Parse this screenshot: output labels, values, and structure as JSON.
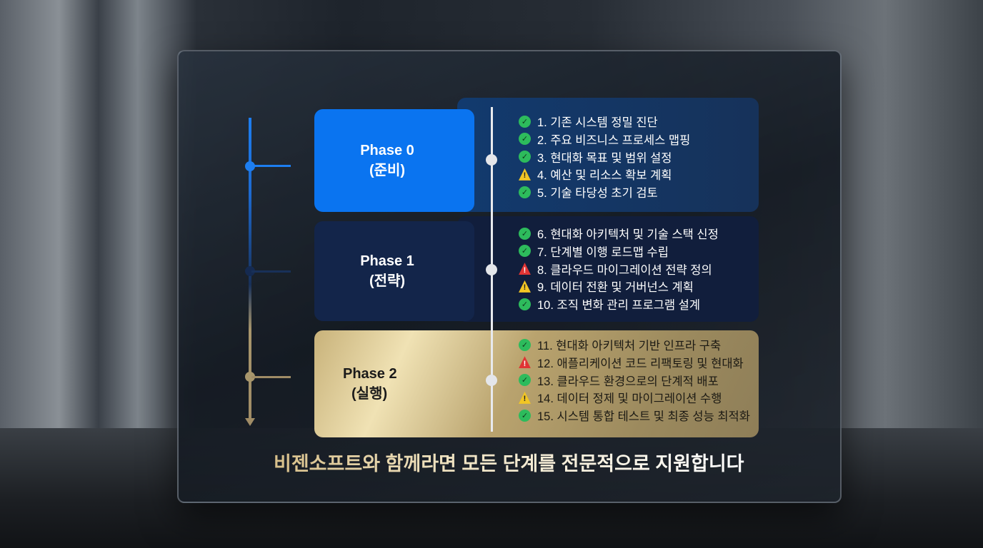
{
  "phases": [
    {
      "name": "Phase 0",
      "sub": "(준비)",
      "color": "#0a74f0",
      "items": [
        {
          "text": "1. 기존 시스템 정밀 진단",
          "status": "ok"
        },
        {
          "text": "2. 주요 비즈니스 프로세스 맵핑",
          "status": "ok"
        },
        {
          "text": "3. 현대화 목표 및 범위 설정",
          "status": "ok"
        },
        {
          "text": "4. 예산 및 리소스 확보 계획",
          "status": "warn"
        },
        {
          "text": "5. 기술 타당성 초기 검토",
          "status": "ok"
        }
      ]
    },
    {
      "name": "Phase 1",
      "sub": "(전략)",
      "color": "#12244a",
      "items": [
        {
          "text": "6. 현대화 아키텍처 및 기술 스택 신정",
          "status": "ok"
        },
        {
          "text": "7. 단계별 이행 로드맵 수립",
          "status": "ok"
        },
        {
          "text": "8. 클라우드 마이그레이션 전략 정의",
          "status": "crit"
        },
        {
          "text": "9. 데이터 전환 및 거버넌스 계획",
          "status": "warn"
        },
        {
          "text": "10. 조직 변화 관리 프로그램 설계",
          "status": "ok"
        }
      ]
    },
    {
      "name": "Phase 2",
      "sub": "(실행)",
      "color": "#c8b27a",
      "items": [
        {
          "text": "11. 현대화 아키텍처 기반 인프라 구축",
          "status": "ok"
        },
        {
          "text": "12. 애플리케이션 코드 리팩토링 및 현대화",
          "status": "crit"
        },
        {
          "text": "13. 클라우드 환경으로의 단계적 배포",
          "status": "ok"
        },
        {
          "text": "14. 데이터 정제 및 마이그레이션 수행",
          "status": "warn"
        },
        {
          "text": "15. 시스템 통합 테스트 및 최종 성능 최적화",
          "status": "ok"
        }
      ]
    }
  ],
  "status_icons": {
    "ok": "check-circle-icon",
    "warn": "warning-triangle-icon",
    "crit": "alert-triangle-icon"
  },
  "footer": "비젠소프트와 함께라면 모든 단계를 전문적으로 지원합니다"
}
